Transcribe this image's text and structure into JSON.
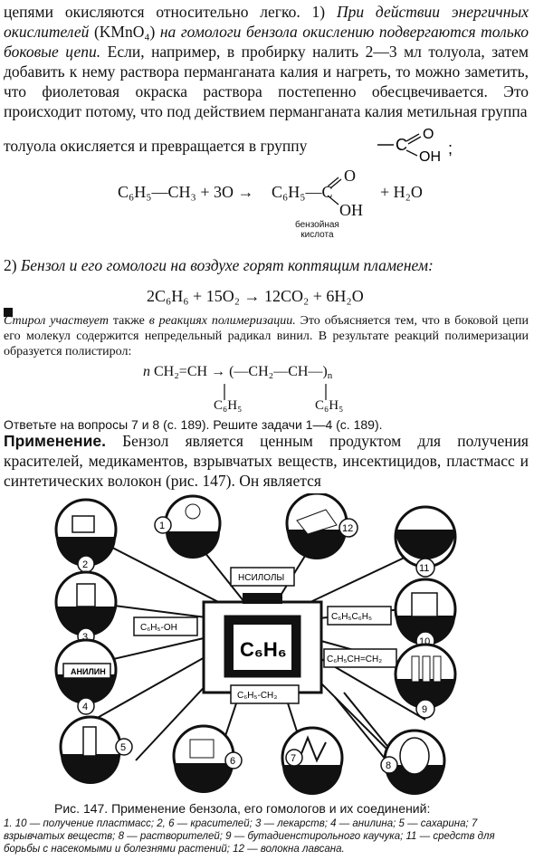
{
  "para1": {
    "t1": "цепями окисляются относительно легко. 1) ",
    "t2": "При действии энергичных окислителей",
    "t3": " (KMnO₄) ",
    "t4": "на гомологи бензола окислению подвергаются только боковые цепи.",
    "t5": " Если, например, в пробирку налить 2—3 мл толуола, затем добавить к нему раствора перманганата калия и нагреть, то можно заметить, что фиолетовая окраска раствора постепенно обесцвечивается. Это происходит потому, что под действием перманганата калия метильная группа"
  },
  "group_line": "толуола окисляется и превращается в группу",
  "reaction1": {
    "left": "C₆H₅—CH₃ + 3O →",
    "right": "C₆H₅—C",
    "o": "O",
    "oh": "OH",
    "plus": "+ H₂O",
    "label1": "бензойная",
    "label2": "кислота"
  },
  "para2": {
    "num": "2) ",
    "italic": "Бензол и его гомологи на воздухе горят коптящим пламенем:"
  },
  "reaction2": "2C₆H₆ + 15O₂ → 12CO₂ + 6H₂O",
  "para3": {
    "i1": "Стирол участвует",
    "t1": " также ",
    "i2": "в реакциях полимеризации.",
    "t2": " Это объясняется тем, что в боковой цепи его молекул содержится непредельный радикал винил. В результате реакций полимеризации образуется полистирол:"
  },
  "reaction3": {
    "n": "n",
    "left": "CH₂=CH →",
    "right": "(—CH₂—CH—)",
    "sub_n": "n",
    "r1": "C₆H₅",
    "r2": "C₆H₅"
  },
  "questions": "Ответьте на вопросы 7 и 8 (с. 189). Решите задачи 1—4 (с. 189).",
  "para4": {
    "bold": "Применение.",
    "t": " Бензол является ценным продуктом для получения красителей, медикаментов, взрывчатых веществ, инсектицидов, пластмасс и синтетических волокон (рис. 147). Он является"
  },
  "figure": {
    "center_label": "C₆H₆",
    "boxes": [
      "C₆H₅-OH",
      "НСИЛОЛЫ",
      "C₆H₅C₆H₅",
      "C₆H₅CH=CH₂",
      "C₆H₅-CH₃"
    ],
    "circle_numbers": [
      "1",
      "2",
      "3",
      "4",
      "5",
      "6",
      "7",
      "8",
      "9",
      "10",
      "11",
      "12"
    ],
    "box_labels": [
      "АНИЛИН"
    ]
  },
  "caption": "Рис. 147. Применение бензола, его гомологов и их соединений:",
  "legend": "1. 10 — получение пластмасс; 2, 6 — красителей; 3 — лекарств; 4 — анилина; 5 — сахарина; 7 взрывчатых веществ; 8 — растворителей; 9 — бутадиенстирольного каучука; 11 — средств для борьбы с насекомыми и болезнями растений; 12 — волокна лавсана."
}
